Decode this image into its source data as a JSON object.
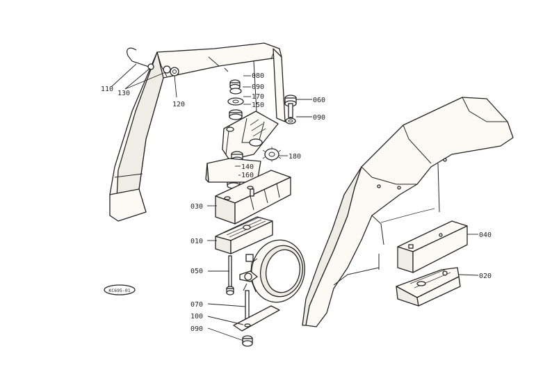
{
  "diagram": {
    "stamp": "KC695-01",
    "callouts": [
      {
        "id": "c-080-top",
        "label": "080"
      },
      {
        "id": "c-090-top",
        "label": "090"
      },
      {
        "id": "c-170",
        "label": "170"
      },
      {
        "id": "c-150",
        "label": "150"
      },
      {
        "id": "c-060",
        "label": "060"
      },
      {
        "id": "c-090-right",
        "label": "090"
      },
      {
        "id": "c-180",
        "label": "180"
      },
      {
        "id": "c-140",
        "label": "140"
      },
      {
        "id": "c-160",
        "label": "160"
      },
      {
        "id": "c-030",
        "label": "030"
      },
      {
        "id": "c-010",
        "label": "010"
      },
      {
        "id": "c-050",
        "label": "050"
      },
      {
        "id": "c-070",
        "label": "070"
      },
      {
        "id": "c-100",
        "label": "100"
      },
      {
        "id": "c-090-bottom",
        "label": "090"
      },
      {
        "id": "c-040",
        "label": "040"
      },
      {
        "id": "c-020",
        "label": "020"
      },
      {
        "id": "c-110",
        "label": "110"
      },
      {
        "id": "c-130",
        "label": "130"
      },
      {
        "id": "c-120",
        "label": "120"
      }
    ]
  }
}
